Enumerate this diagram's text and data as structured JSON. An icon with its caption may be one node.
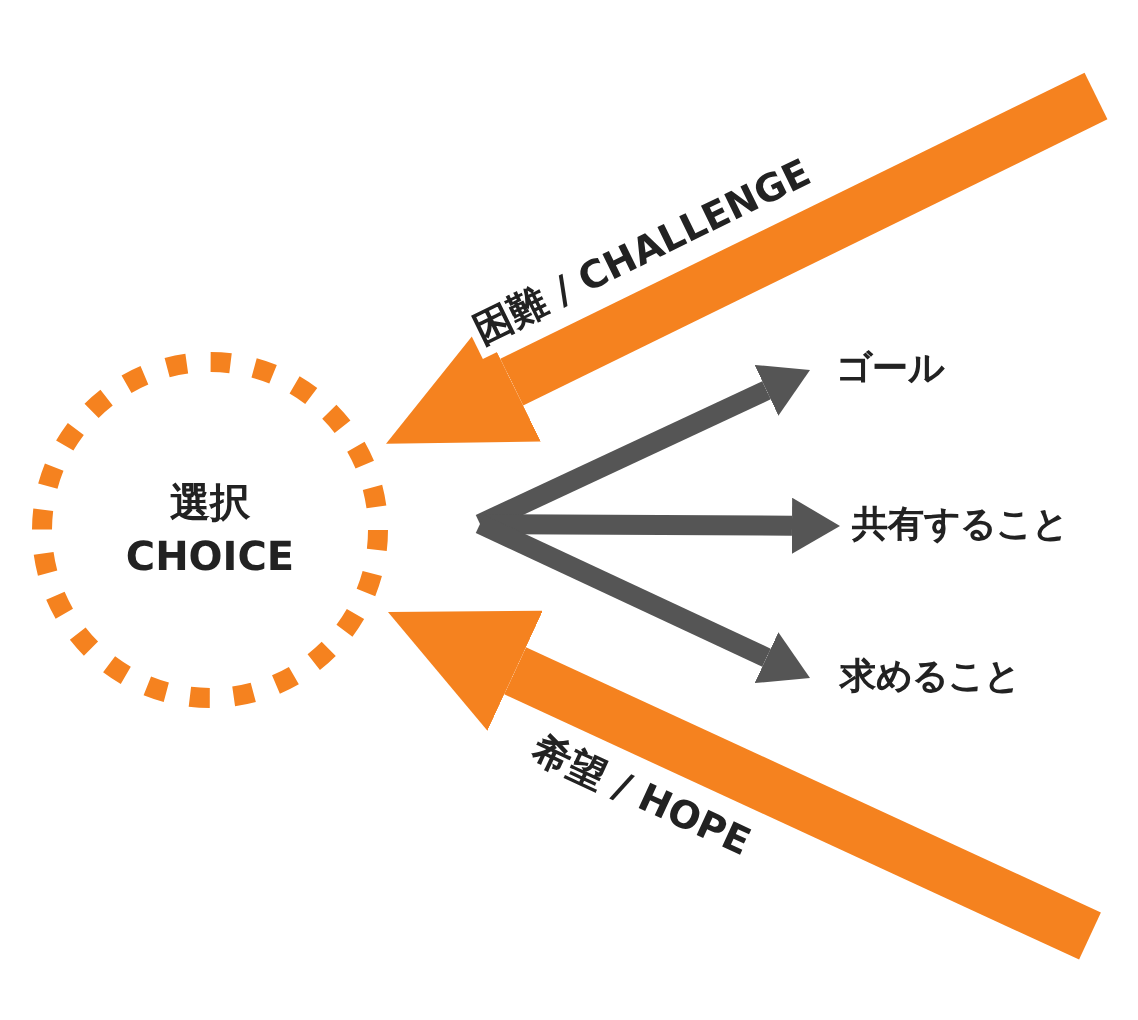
{
  "diagram": {
    "nodes": [
      {
        "text": [
          "選択",
          "CHOICE"
        ]
      },
      {
        "text": [
          "ゴール"
        ]
      },
      {
        "text": [
          "共有すること"
        ]
      },
      {
        "text": [
          "求めること"
        ]
      }
    ],
    "edges": [
      {
        "from": null,
        "to": 0,
        "arrow": "to",
        "label": "困難 / CHALLENGE",
        "style": "thick",
        "color": "#f5821f"
      },
      {
        "from": null,
        "to": 0,
        "arrow": "to",
        "label": "希望 / HOPE",
        "style": "thick",
        "color": "#f5821f"
      },
      {
        "from": null,
        "to": 1,
        "arrow": "to"
      },
      {
        "from": null,
        "to": 2,
        "arrow": "to"
      },
      {
        "from": null,
        "to": 3,
        "arrow": "to"
      }
    ]
  }
}
